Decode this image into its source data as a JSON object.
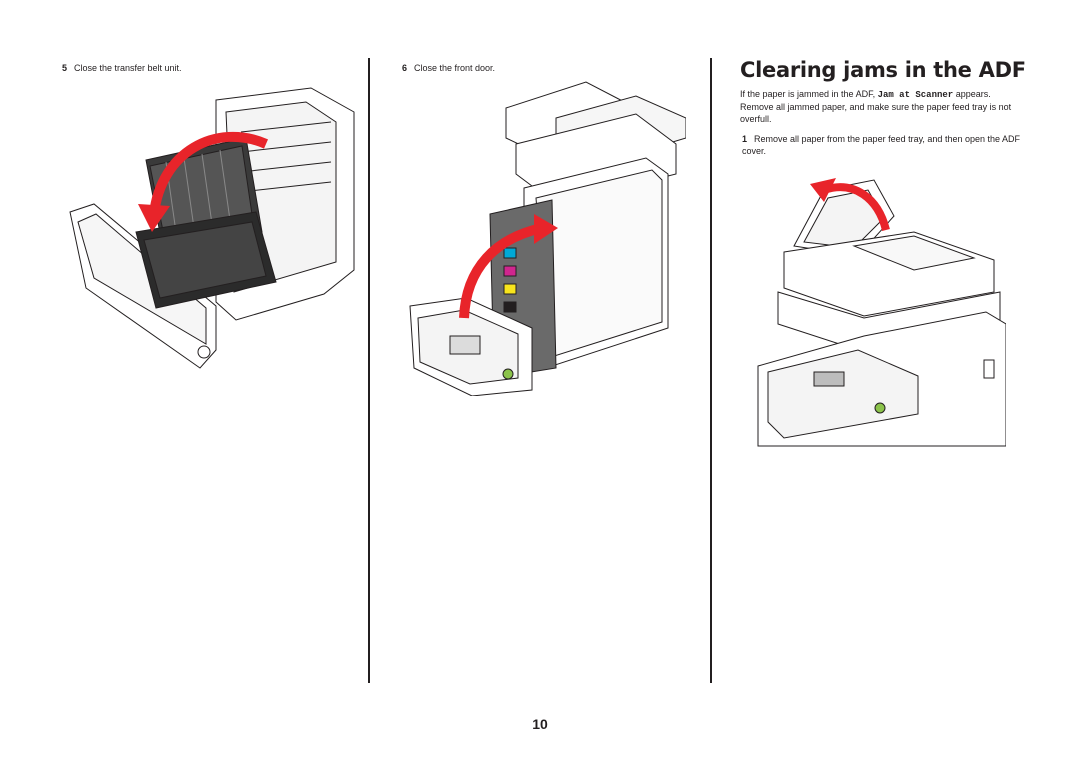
{
  "steps": {
    "s5": {
      "num": "5",
      "text": "Close the transfer belt unit."
    },
    "s6": {
      "num": "6",
      "text": "Close the front door."
    },
    "s1": {
      "num": "1",
      "text": "Remove all paper from the paper feed tray, and then open the ADF cover."
    }
  },
  "section": {
    "title": "Clearing jams in the ADF",
    "intro_before": "If the paper is jammed in the ADF, ",
    "intro_code": "Jam at Scanner",
    "intro_after": " appears. Remove all jammed paper, and make sure the paper feed tray is not overfull."
  },
  "page_number": "10",
  "colors": {
    "arrow": "#e8242a",
    "text": "#231f20",
    "cyan": "#00a9d6",
    "magenta": "#d0268e",
    "yellow": "#f7e41c"
  }
}
